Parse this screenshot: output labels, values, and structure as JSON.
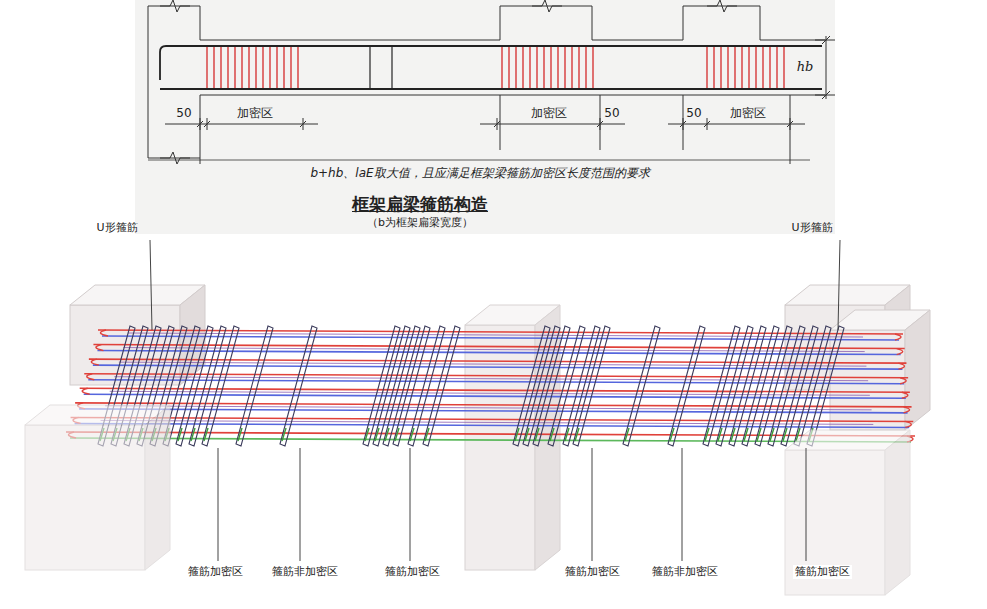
{
  "diagram": {
    "title": "框架扁梁箍筋构造",
    "labels": [
      "50",
      "加密区",
      "加密区",
      "50",
      "50",
      "加密区",
      "hb",
      "b+hb、laE取大值，且应满足框架梁箍筋加密区长度范围的要求",
      "（b为框架扁梁宽度）",
      "U形箍筋",
      "U形箍筋",
      "箍筋加密区",
      "箍筋非加密区",
      "箍筋加密区",
      "箍筋加密区",
      "箍筋非加密区",
      "箍筋加密区"
    ]
  }
}
